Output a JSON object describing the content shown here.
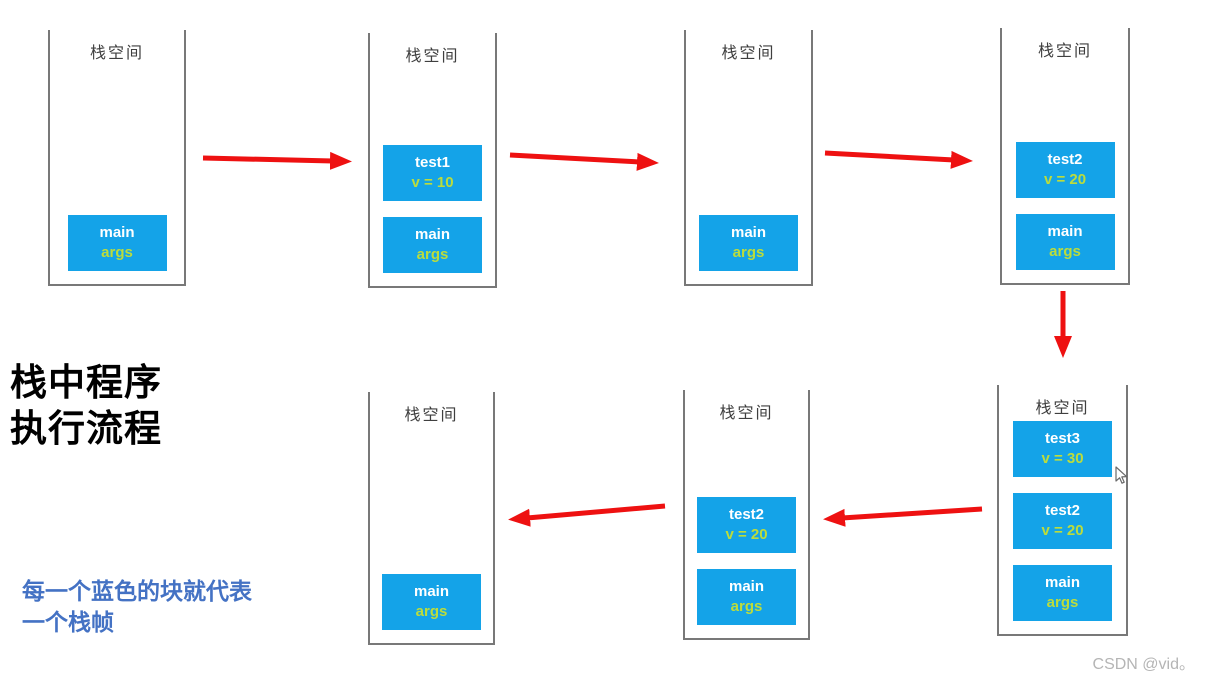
{
  "title": {
    "line1": "栈中程序",
    "line2": "执行流程"
  },
  "caption": {
    "line1": "每一个蓝色的块就代表",
    "line2": "一个栈帧"
  },
  "watermark": "CSDN @vid。",
  "stacks": [
    {
      "label": "栈空间",
      "frames": [
        {
          "name": "main",
          "value": "args"
        }
      ]
    },
    {
      "label": "栈空间",
      "frames": [
        {
          "name": "test1",
          "value": "v = 10"
        },
        {
          "name": "main",
          "value": "args"
        }
      ]
    },
    {
      "label": "栈空间",
      "frames": [
        {
          "name": "main",
          "value": "args"
        }
      ]
    },
    {
      "label": "栈空间",
      "frames": [
        {
          "name": "test2",
          "value": "v = 20"
        },
        {
          "name": "main",
          "value": "args"
        }
      ]
    },
    {
      "label": "栈空间",
      "frames": [
        {
          "name": "test3",
          "value": "v = 30"
        },
        {
          "name": "test2",
          "value": "v = 20"
        },
        {
          "name": "main",
          "value": "args"
        }
      ]
    },
    {
      "label": "栈空间",
      "frames": [
        {
          "name": "test2",
          "value": "v = 20"
        },
        {
          "name": "main",
          "value": "args"
        }
      ]
    },
    {
      "label": "栈空间",
      "frames": [
        {
          "name": "main",
          "value": "args"
        }
      ]
    }
  ],
  "colors": {
    "frame": "#14A3E8",
    "frame_text": "#FFFFFF",
    "frame_value": "#BCDC3C",
    "arrow": "#EE1111",
    "caption": "#4472C4",
    "watermark": "#B5B5B5",
    "border": "#787878",
    "label": "#3F3F3F"
  }
}
